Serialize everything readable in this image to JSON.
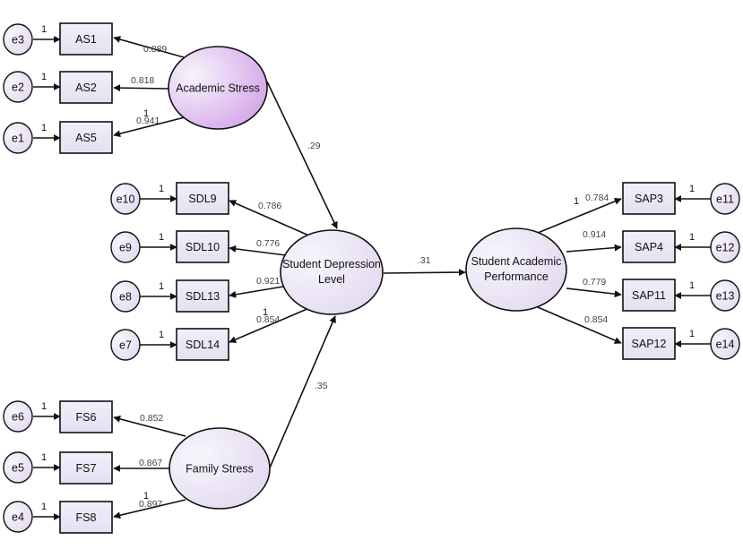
{
  "latents": {
    "as": [
      "Academic Stress"
    ],
    "sdl": [
      "Student Depression",
      "Level"
    ],
    "fs": [
      "Family Stress"
    ],
    "sap": [
      "Student Academic",
      "Performance"
    ]
  },
  "indicators": {
    "as1": "AS1",
    "as2": "AS2",
    "as5": "AS5",
    "sdl9": "SDL9",
    "sdl10": "SDL10",
    "sdl13": "SDL13",
    "sdl14": "SDL14",
    "fs6": "FS6",
    "fs7": "FS7",
    "fs8": "FS8",
    "sap3": "SAP3",
    "sap4": "SAP4",
    "sap11": "SAP11",
    "sap12": "SAP12"
  },
  "errors": {
    "e1": "e1",
    "e2": "e2",
    "e3": "e3",
    "e4": "e4",
    "e5": "e5",
    "e6": "e6",
    "e7": "e7",
    "e8": "e8",
    "e9": "e9",
    "e10": "e10",
    "e11": "e11",
    "e12": "e12",
    "e13": "e13",
    "e14": "e14"
  },
  "loadings": {
    "as1": "0.889",
    "as2": "0.818",
    "as5": "0.941",
    "sdl9": "0.786",
    "sdl10": "0.776",
    "sdl13": "0.921",
    "sdl14": "0.854",
    "fs6": "0.852",
    "fs7": "0.867",
    "fs8": "0.897",
    "sap3": "0.784",
    "sap4": "0.914",
    "sap11": "0.779",
    "sap12": "0.854"
  },
  "paths": {
    "as_sdl": ".29",
    "fs_sdl": ".35",
    "sdl_sap": ".31"
  },
  "fixed": "1",
  "colors": {
    "line": "#111111",
    "box_fill": "#ebe8f6",
    "ellipse_highlight": "#f4f2fb",
    "ellipse_shade": "#d5a8e8"
  }
}
